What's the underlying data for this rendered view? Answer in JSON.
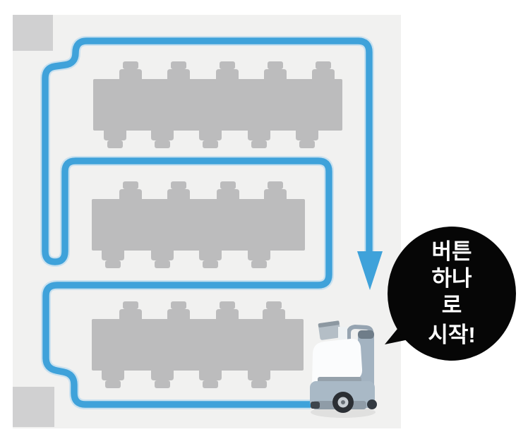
{
  "speech_bubble": {
    "lines": [
      "버튼",
      "하나",
      "로",
      "시작!"
    ]
  },
  "icons": {
    "robot": "cleaning-robot-illustration",
    "arrow": "route-direction-down-arrow"
  },
  "colors": {
    "canvas_bg": "#ffffff",
    "floor": "#f1f1f0",
    "pillar": "#d0d0d1",
    "furniture": "#bcbcbd",
    "route": "#3fa2da",
    "route_halo": "#9ccfed",
    "bubble_bg": "#060606",
    "bubble_text": "#ffffff"
  }
}
